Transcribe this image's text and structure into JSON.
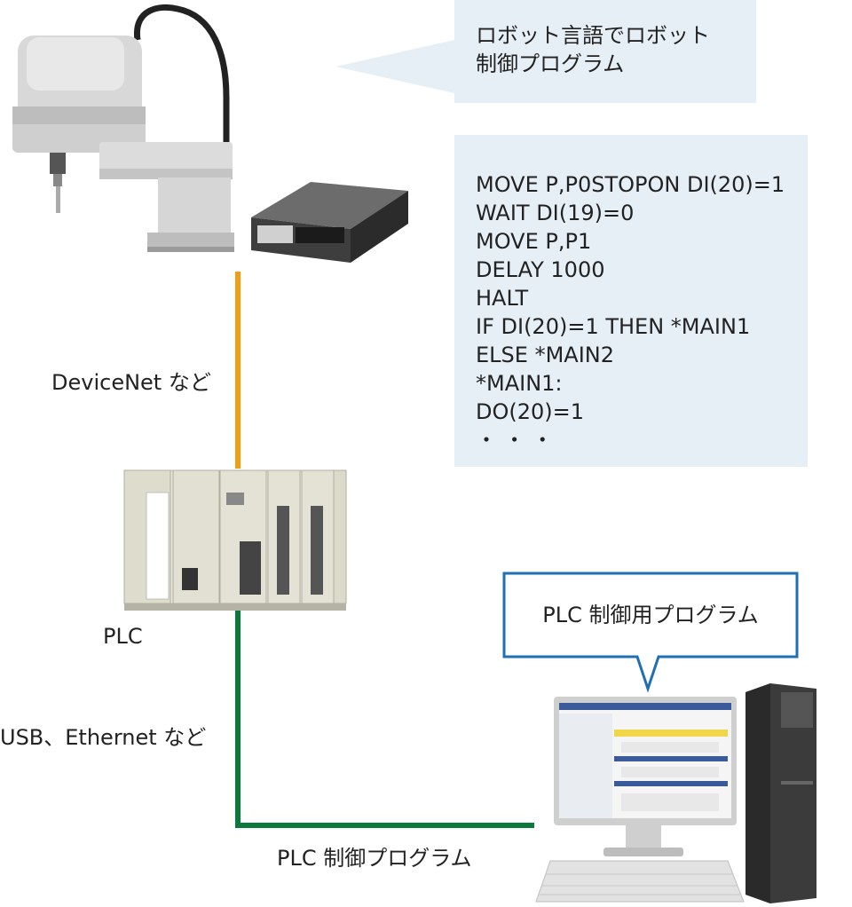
{
  "bubble_robot": {
    "line1": "ロボット言語でロボット",
    "line2": "制御プログラム"
  },
  "code_lines": [
    "MOVE P,P0STOPON DI(20)=1",
    "WAIT DI(19)=0",
    "MOVE P,P1",
    "DELAY 1000",
    "HALT",
    "IF DI(20)=1 THEN *MAIN1",
    "ELSE *MAIN2",
    "*MAIN1:",
    "DO(20)=1",
    "・ ・ ・"
  ],
  "labels": {
    "devicenet": "DeviceNet など",
    "plc": "PLC",
    "usb": "USB、Ethernet など",
    "plc_program_bottom": "PLC 制御プログラム"
  },
  "callout_pc": {
    "text": "PLC 制御用プログラム"
  },
  "colors": {
    "orange_line": "#f39c12",
    "green_line": "#0a7a3a",
    "bubble_fill": "#e6eef6",
    "callout_border": "#1f6fb2"
  }
}
